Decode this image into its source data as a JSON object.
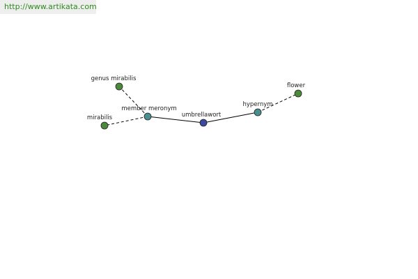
{
  "source_url": "http://www.artikata.com",
  "colors": {
    "url_text": "#2e8b1e",
    "url_bg": "#eeeeee",
    "center_node": "#3b4a9e",
    "relation_node": "#4a8f8f",
    "term_node": "#4a8a3a",
    "edge": "#000000"
  },
  "graph": {
    "center": {
      "id": "umbrellawort",
      "label": "umbrellawort",
      "kind": "center"
    },
    "relations": [
      {
        "id": "member-meronym",
        "label": "member meronym",
        "terms": [
          {
            "id": "genus-mirabilis",
            "label": "genus mirabilis"
          },
          {
            "id": "mirabilis",
            "label": "mirabilis"
          }
        ]
      },
      {
        "id": "hypernym",
        "label": "hypernym",
        "terms": [
          {
            "id": "flower",
            "label": "flower"
          }
        ]
      }
    ]
  }
}
